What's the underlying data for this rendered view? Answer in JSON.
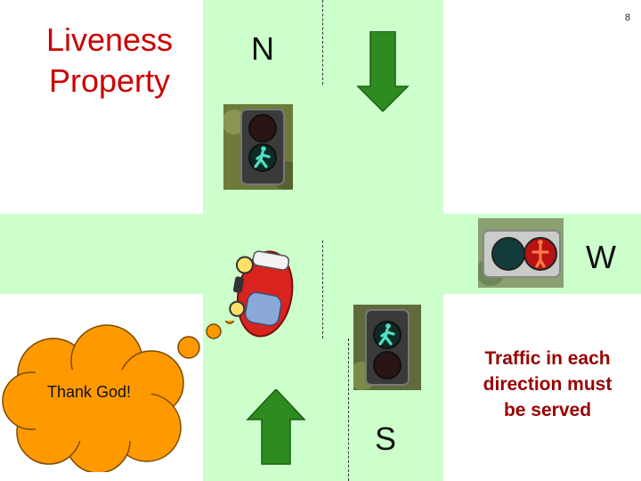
{
  "slide": {
    "title_line1": "Liveness",
    "title_line2": "Property",
    "page_number": "8",
    "caption_line1": "Traffic in each",
    "caption_line2": "direction must",
    "caption_line3": "be served",
    "thought": "Thank God!"
  },
  "directions": {
    "north": "N",
    "west": "W",
    "south": "S"
  },
  "colors": {
    "road": "#ccffcc",
    "arrow": "#2e8b1f",
    "title": "#cc0000",
    "caption": "#990000",
    "cloud": "#ff9900",
    "car": "#d8231e"
  },
  "icons": {
    "arrow_down": "arrow-down-icon",
    "arrow_up": "arrow-up-icon",
    "traffic_light": "traffic-light-icon",
    "car": "car-icon",
    "thought_cloud": "thought-cloud-icon"
  }
}
